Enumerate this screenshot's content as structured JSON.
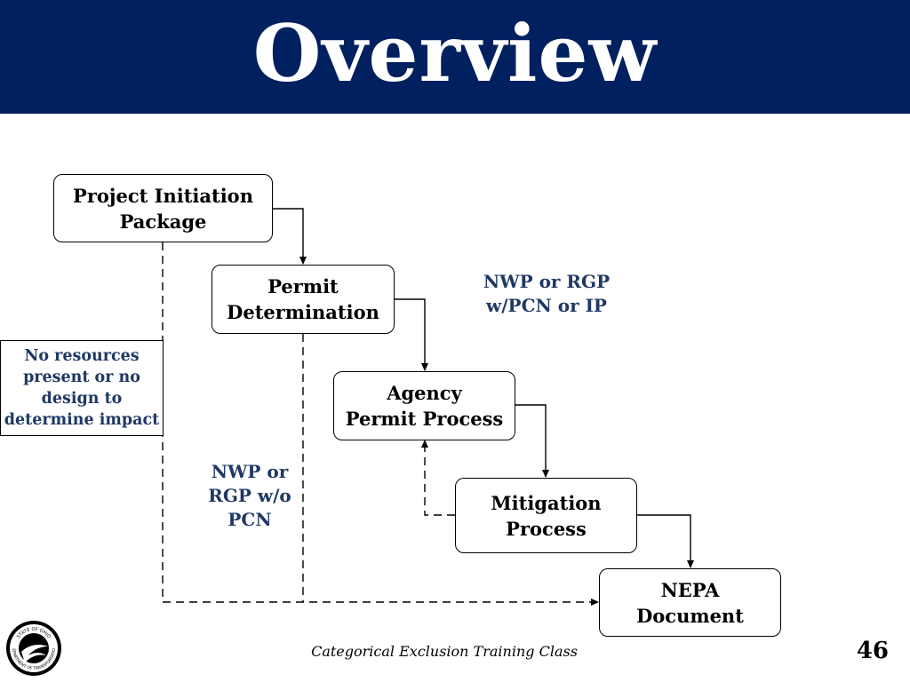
{
  "header": {
    "title": "Overview"
  },
  "boxes": {
    "pip": {
      "line1": "Project Initiation",
      "line2": "Package"
    },
    "permit_det": {
      "line1": "Permit",
      "line2": "Determination"
    },
    "agency": {
      "line1": "Agency",
      "line2": "Permit Process"
    },
    "mitigation": {
      "line1": "Mitigation",
      "line2": "Process"
    },
    "nepa": {
      "line1": "NEPA",
      "line2": "Document"
    }
  },
  "notes": {
    "no_resources": {
      "l1": "No resources",
      "l2": "present or no",
      "l3": "design to",
      "l4": "determine impact"
    },
    "nwp_rgp_pcn": {
      "l1": "NWP or RGP",
      "l2": "w/PCN or IP"
    },
    "nwp_rgp_wo": {
      "l1": "NWP or",
      "l2": "RGP w/o",
      "l3": "PCN"
    }
  },
  "footer": {
    "course": "Categorical Exclusion Training Class",
    "page": "46"
  },
  "logo": {
    "top_text": "STATE OF OHIO",
    "bottom_text": "DEPARTMENT OF TRANSPORTATION"
  },
  "colors": {
    "header_bg": "#002060",
    "label_text": "#1f3864"
  }
}
